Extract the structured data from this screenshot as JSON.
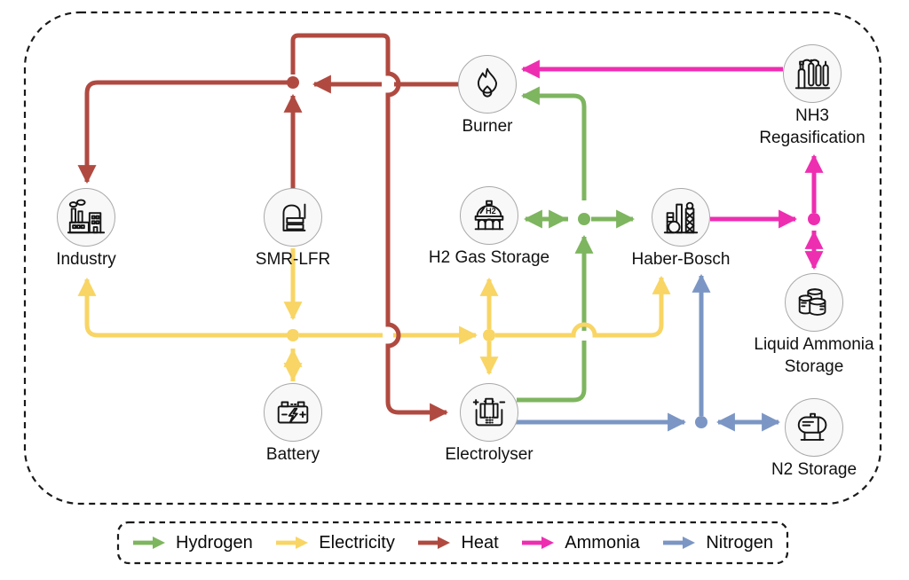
{
  "diagram": {
    "nodes": [
      {
        "id": "industry",
        "label": "Industry"
      },
      {
        "id": "smr_lfr",
        "label": "SMR-LFR"
      },
      {
        "id": "burner",
        "label": "Burner"
      },
      {
        "id": "h2_gas_storage",
        "label": "H2 Gas Storage",
        "icon_text": "H2"
      },
      {
        "id": "haber_bosch",
        "label": "Haber-Bosch"
      },
      {
        "id": "nh3_regasification",
        "label": "NH3\nRegasification"
      },
      {
        "id": "liquid_ammonia_storage",
        "label": "Liquid Ammonia\nStorage"
      },
      {
        "id": "battery",
        "label": "Battery"
      },
      {
        "id": "electrolyser",
        "label": "Electrolyser"
      },
      {
        "id": "n2_storage",
        "label": "N2 Storage"
      }
    ],
    "flows": {
      "hydrogen": {
        "label": "Hydrogen",
        "color": "#7eb55f"
      },
      "electricity": {
        "label": "Electricity",
        "color": "#f8d564"
      },
      "heat": {
        "label": "Heat",
        "color": "#b04a40"
      },
      "ammonia": {
        "label": "Ammonia",
        "color": "#ee2eb1"
      },
      "nitrogen": {
        "label": "Nitrogen",
        "color": "#7b96c4"
      }
    },
    "edges": [
      {
        "flow": "heat",
        "from": "SMR-LFR",
        "to": "heat-junction",
        "dir": "one-way"
      },
      {
        "flow": "heat",
        "from": "Burner",
        "to": "heat-junction",
        "dir": "one-way"
      },
      {
        "flow": "heat",
        "from": "heat-junction",
        "to": "Industry",
        "dir": "one-way"
      },
      {
        "flow": "heat",
        "from": "heat-junction",
        "to": "Electrolyser",
        "dir": "one-way"
      },
      {
        "flow": "electricity",
        "from": "SMR-LFR",
        "to": "electricity-bus",
        "dir": "one-way"
      },
      {
        "flow": "electricity",
        "from": "electricity-bus",
        "to": "Industry",
        "dir": "one-way"
      },
      {
        "flow": "electricity",
        "from": "electricity-bus",
        "to": "Battery",
        "dir": "two-way"
      },
      {
        "flow": "electricity",
        "from": "electricity-bus",
        "to": "H2 Gas Storage",
        "dir": "one-way"
      },
      {
        "flow": "electricity",
        "from": "electricity-bus",
        "to": "Electrolyser",
        "dir": "one-way"
      },
      {
        "flow": "electricity",
        "from": "electricity-bus",
        "to": "Haber-Bosch",
        "dir": "one-way"
      },
      {
        "flow": "hydrogen",
        "from": "Electrolyser",
        "to": "hydrogen-junction",
        "dir": "one-way"
      },
      {
        "flow": "hydrogen",
        "from": "hydrogen-junction",
        "to": "H2 Gas Storage",
        "dir": "two-way"
      },
      {
        "flow": "hydrogen",
        "from": "hydrogen-junction",
        "to": "Haber-Bosch",
        "dir": "one-way"
      },
      {
        "flow": "hydrogen",
        "from": "hydrogen-junction",
        "to": "Burner",
        "dir": "one-way"
      },
      {
        "flow": "ammonia",
        "from": "Haber-Bosch",
        "to": "ammonia-junction",
        "dir": "one-way"
      },
      {
        "flow": "ammonia",
        "from": "ammonia-junction",
        "to": "Liquid Ammonia Storage",
        "dir": "two-way"
      },
      {
        "flow": "ammonia",
        "from": "ammonia-junction",
        "to": "NH3 Regasification",
        "dir": "one-way"
      },
      {
        "flow": "ammonia",
        "from": "NH3 Regasification",
        "to": "Burner",
        "dir": "one-way"
      },
      {
        "flow": "nitrogen",
        "from": "Electrolyser",
        "to": "nitrogen-junction",
        "dir": "one-way"
      },
      {
        "flow": "nitrogen",
        "from": "nitrogen-junction",
        "to": "N2 Storage",
        "dir": "two-way"
      },
      {
        "flow": "nitrogen",
        "from": "nitrogen-junction",
        "to": "Haber-Bosch",
        "dir": "one-way"
      }
    ]
  }
}
